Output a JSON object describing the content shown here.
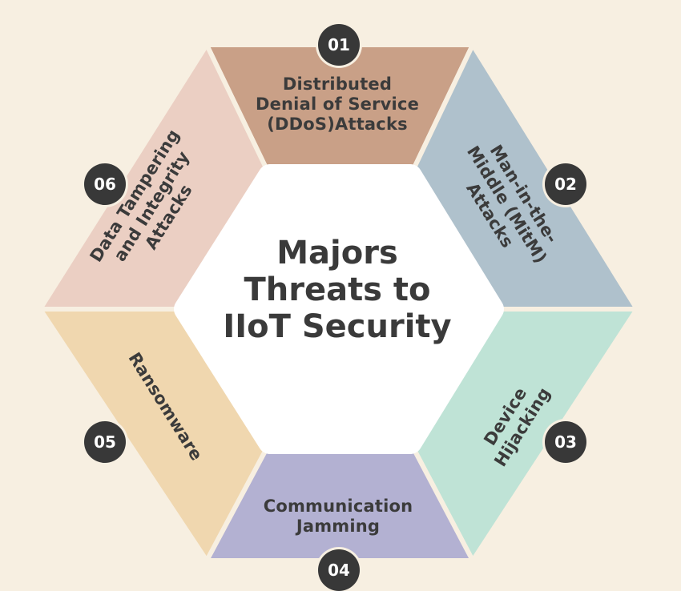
{
  "center": {
    "title": "Majors\nThreats to\nIIoT Security"
  },
  "segments": [
    {
      "number": "01",
      "label": "Distributed\nDenial of Service\n(DDoS)Attacks",
      "color": "#c9a087"
    },
    {
      "number": "02",
      "label": "Man-in-the-\nMiddle (MitM)\nAttacks",
      "color": "#afc1cc"
    },
    {
      "number": "03",
      "label": "Device\nHijacking",
      "color": "#bfe3d6"
    },
    {
      "number": "04",
      "label": "Communication\nJamming",
      "color": "#b3b1d2"
    },
    {
      "number": "05",
      "label": "Ransomware",
      "color": "#f0d7af"
    },
    {
      "number": "06",
      "label": "Data Tampering\nand Integrity\nAttacks",
      "color": "#ebcfc3"
    }
  ],
  "colors": {
    "background": "#f7efe1",
    "center": "#ffffff",
    "badge": "#383838"
  }
}
